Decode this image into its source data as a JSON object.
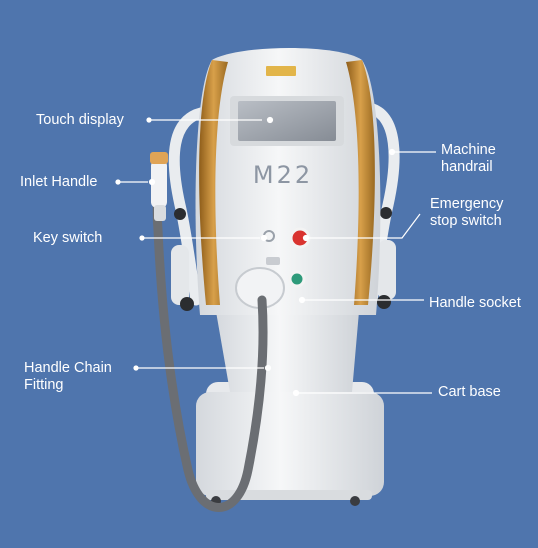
{
  "device": {
    "model_text": "M22",
    "colors": {
      "background": "#4f75ad",
      "body": "#eef0f2",
      "accent_gold": "#c38a2c",
      "screen": "#9aa0a8",
      "cable": "#6b6e73",
      "stop_button": "#d9332f",
      "socket_button": "#2e9a7a",
      "label_text": "#ffffff"
    }
  },
  "labels": {
    "touch_display": "Touch display",
    "inlet_handle": "Inlet Handle",
    "key_switch": "Key switch",
    "handle_chain_fitting": "Handle Chain\nFitting",
    "machine_handrail": "Machine\nhandrail",
    "emergency_stop_switch": "Emergency\nstop switch",
    "handle_socket": "Handle socket",
    "cart_base": "Cart base"
  }
}
